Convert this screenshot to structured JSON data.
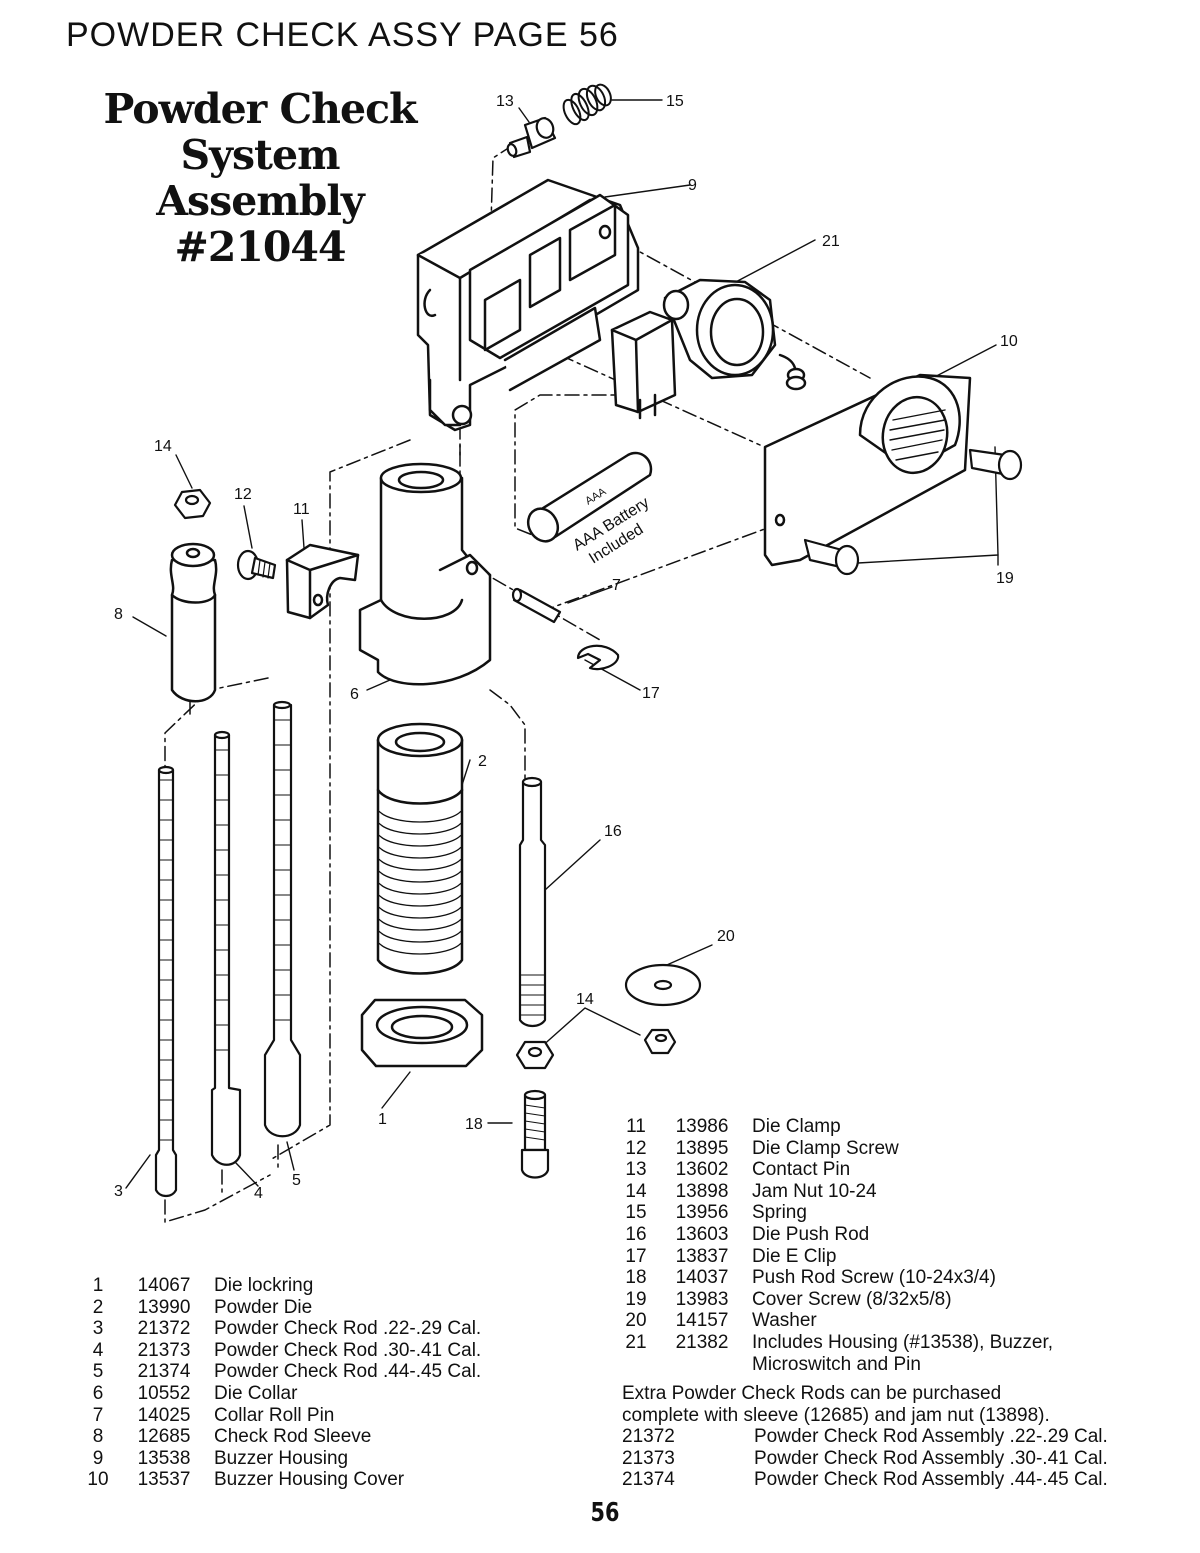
{
  "header": "POWDER CHECK ASSY PAGE 56",
  "title_lines": [
    "Powder Check",
    "System Assembly",
    "#21044"
  ],
  "battery": {
    "brand": "AAA",
    "label_line1": "AAA Battery",
    "label_line2": "Included"
  },
  "callouts": {
    "n1": "1",
    "n2": "2",
    "n3": "3",
    "n4": "4",
    "n5": "5",
    "n6": "6",
    "n7": "7",
    "n8": "8",
    "n9": "9",
    "n10": "10",
    "n11": "11",
    "n12": "12",
    "n13": "13",
    "n14a": "14",
    "n14b": "14",
    "n15": "15",
    "n16": "16",
    "n17": "17",
    "n18": "18",
    "n19": "19",
    "n20": "20",
    "n21": "21"
  },
  "parts_left": [
    {
      "item": "1",
      "part": "14067",
      "desc": "Die lockring"
    },
    {
      "item": "2",
      "part": "13990",
      "desc": "Powder Die"
    },
    {
      "item": "3",
      "part": "21372",
      "desc": "Powder Check Rod  .22-.29 Cal."
    },
    {
      "item": "4",
      "part": "21373",
      "desc": "Powder Check Rod  .30-.41 Cal."
    },
    {
      "item": "5",
      "part": "21374",
      "desc": "Powder Check Rod  .44-.45 Cal."
    },
    {
      "item": "6",
      "part": "10552",
      "desc": "Die Collar"
    },
    {
      "item": "7",
      "part": "14025",
      "desc": "Collar Roll Pin"
    },
    {
      "item": "8",
      "part": "12685",
      "desc": "Check Rod Sleeve"
    },
    {
      "item": "9",
      "part": "13538",
      "desc": "Buzzer Housing"
    },
    {
      "item": "10",
      "part": "13537",
      "desc": "Buzzer Housing Cover"
    }
  ],
  "parts_right": [
    {
      "item": "11",
      "part": "13986",
      "desc": "Die Clamp"
    },
    {
      "item": "12",
      "part": "13895",
      "desc": "Die Clamp Screw"
    },
    {
      "item": "13",
      "part": "13602",
      "desc": "Contact Pin"
    },
    {
      "item": "14",
      "part": "13898",
      "desc": "Jam Nut 10-24"
    },
    {
      "item": "15",
      "part": "13956",
      "desc": "Spring"
    },
    {
      "item": "16",
      "part": "13603",
      "desc": "Die Push Rod"
    },
    {
      "item": "17",
      "part": "13837",
      "desc": "Die E Clip"
    },
    {
      "item": "18",
      "part": "14037",
      "desc": "Push Rod Screw (10-24x3/4)"
    },
    {
      "item": "19",
      "part": "13983",
      "desc": "Cover Screw (8/32x5/8)"
    },
    {
      "item": "20",
      "part": "14157",
      "desc": "Washer"
    },
    {
      "item": "21",
      "part": "21382",
      "desc": "Includes Housing (#13538), Buzzer,"
    },
    {
      "item": "",
      "part": "",
      "desc": "Microswitch and Pin"
    }
  ],
  "extra_note": [
    "Extra Powder Check Rods can be purchased",
    "complete with sleeve (12685) and jam nut (13898)."
  ],
  "extra_rods": [
    {
      "part": "21372",
      "desc": "Powder Check Rod Assembly  .22-.29 Cal."
    },
    {
      "part": "21373",
      "desc": "Powder Check Rod Assembly  .30-.41 Cal."
    },
    {
      "part": "21374",
      "desc": "Powder Check Rod Assembly  .44-.45 Cal."
    }
  ],
  "page_number": "56"
}
